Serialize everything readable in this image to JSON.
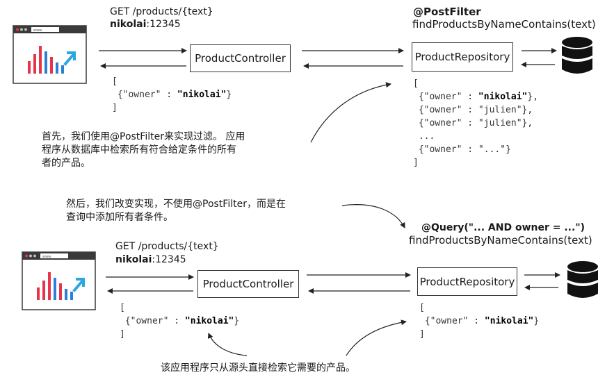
{
  "top": {
    "request_line1": "GET /products/{text}",
    "request_user": "nikolai",
    "request_pass": ":12345",
    "controller_label": "ProductController",
    "repository_label": "ProductRepository",
    "annotation": "@PostFilter",
    "method": "findProductsByNameContains(text)",
    "response_open": "[",
    "response_item_key": "{\"owner\" : ",
    "response_item_val": "\"nikolai\"",
    "response_item_close": "}",
    "response_close": "]",
    "repo_results": [
      {
        "prefix": "{\"owner\" : ",
        "value": "\"nikolai\"",
        "suffix": "},",
        "bold": true
      },
      {
        "prefix": "{\"owner\" : ",
        "value": "\"julien\"",
        "suffix": "},",
        "bold": false
      },
      {
        "prefix": "{\"owner\" : ",
        "value": "\"julien\"",
        "suffix": "},",
        "bold": false
      },
      {
        "prefix": "...",
        "value": "",
        "suffix": "",
        "bold": false
      },
      {
        "prefix": "{\"owner\" : ",
        "value": "\"...\"",
        "suffix": "}",
        "bold": false
      }
    ],
    "repo_open": "[",
    "repo_close": "]",
    "note_line1": "首先，我们使用@PostFilter来实现过滤。 应用",
    "note_line2": "程序从数据库中检索所有符合给定条件的所有",
    "note_line3": "者的产品。"
  },
  "middle": {
    "note_line1": "然后，我们改变实现，不使用@PostFilter，而是在",
    "note_line2": "查询中添加所有者条件。"
  },
  "bottom": {
    "request_line1": "GET /products/{text}",
    "request_user": "nikolai",
    "request_pass": ":12345",
    "controller_label": "ProductController",
    "repository_label": "ProductRepository",
    "annotation": "@Query(\"... AND owner = ...\")",
    "method": "findProductsByNameContains(text)",
    "response_open": "[",
    "response_item_key": "{\"owner\" : ",
    "response_item_val": "\"nikolai\"",
    "response_item_close": "}",
    "response_close": "]",
    "repo_open": "[",
    "repo_item_key": "{\"owner\" : ",
    "repo_item_val": "\"nikolai\"",
    "repo_item_close": "}",
    "repo_close": "]",
    "footer_note": "该应用程序只从源头直接检索它需要的产品。"
  },
  "colors": {
    "bar_red": "#e8334a",
    "bar_blue": "#2b7fd6",
    "arrow_cyan": "#2aa7e0",
    "browser_frame": "#3a3a3a",
    "db": "#111111"
  },
  "icons": [
    "browser-chart-icon",
    "database-icon"
  ]
}
